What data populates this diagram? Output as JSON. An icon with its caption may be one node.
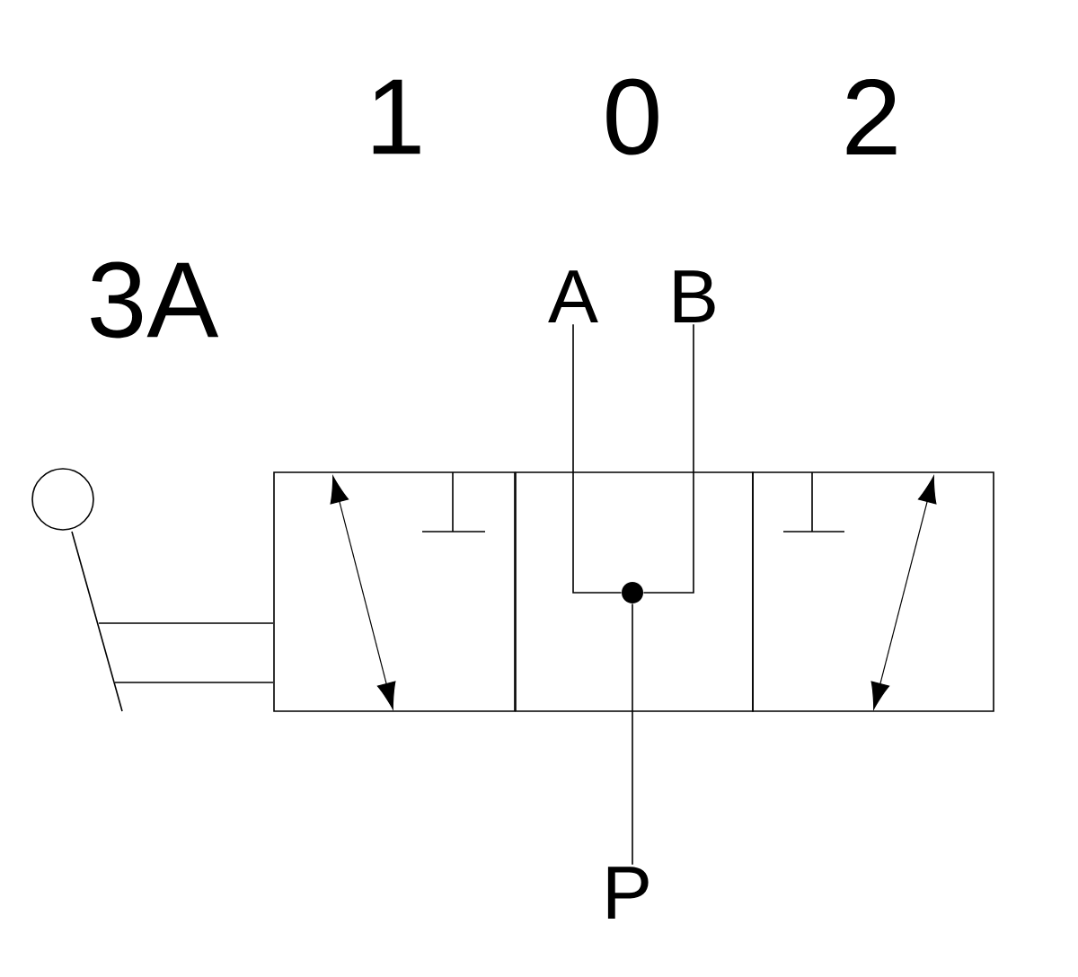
{
  "diagram": {
    "nodes": [
      {
        "text": [],
        "shape": "box"
      },
      {
        "text": [],
        "shape": "box"
      },
      {
        "text": [],
        "shape": "box"
      },
      {
        "text": [
          "A"
        ]
      },
      {
        "text": [
          "B"
        ]
      },
      {
        "text": [
          "P"
        ]
      },
      {
        "text": [],
        "shape": "circle",
        "in": 1
      }
    ],
    "edges": [
      {
        "from": 3,
        "to": 6,
        "arrow": "none"
      },
      {
        "from": 4,
        "to": 6,
        "arrow": "none"
      },
      {
        "from": 5,
        "to": 6,
        "arrow": "none"
      }
    ],
    "labels": [
      "1",
      "0",
      "2",
      "3A"
    ]
  }
}
